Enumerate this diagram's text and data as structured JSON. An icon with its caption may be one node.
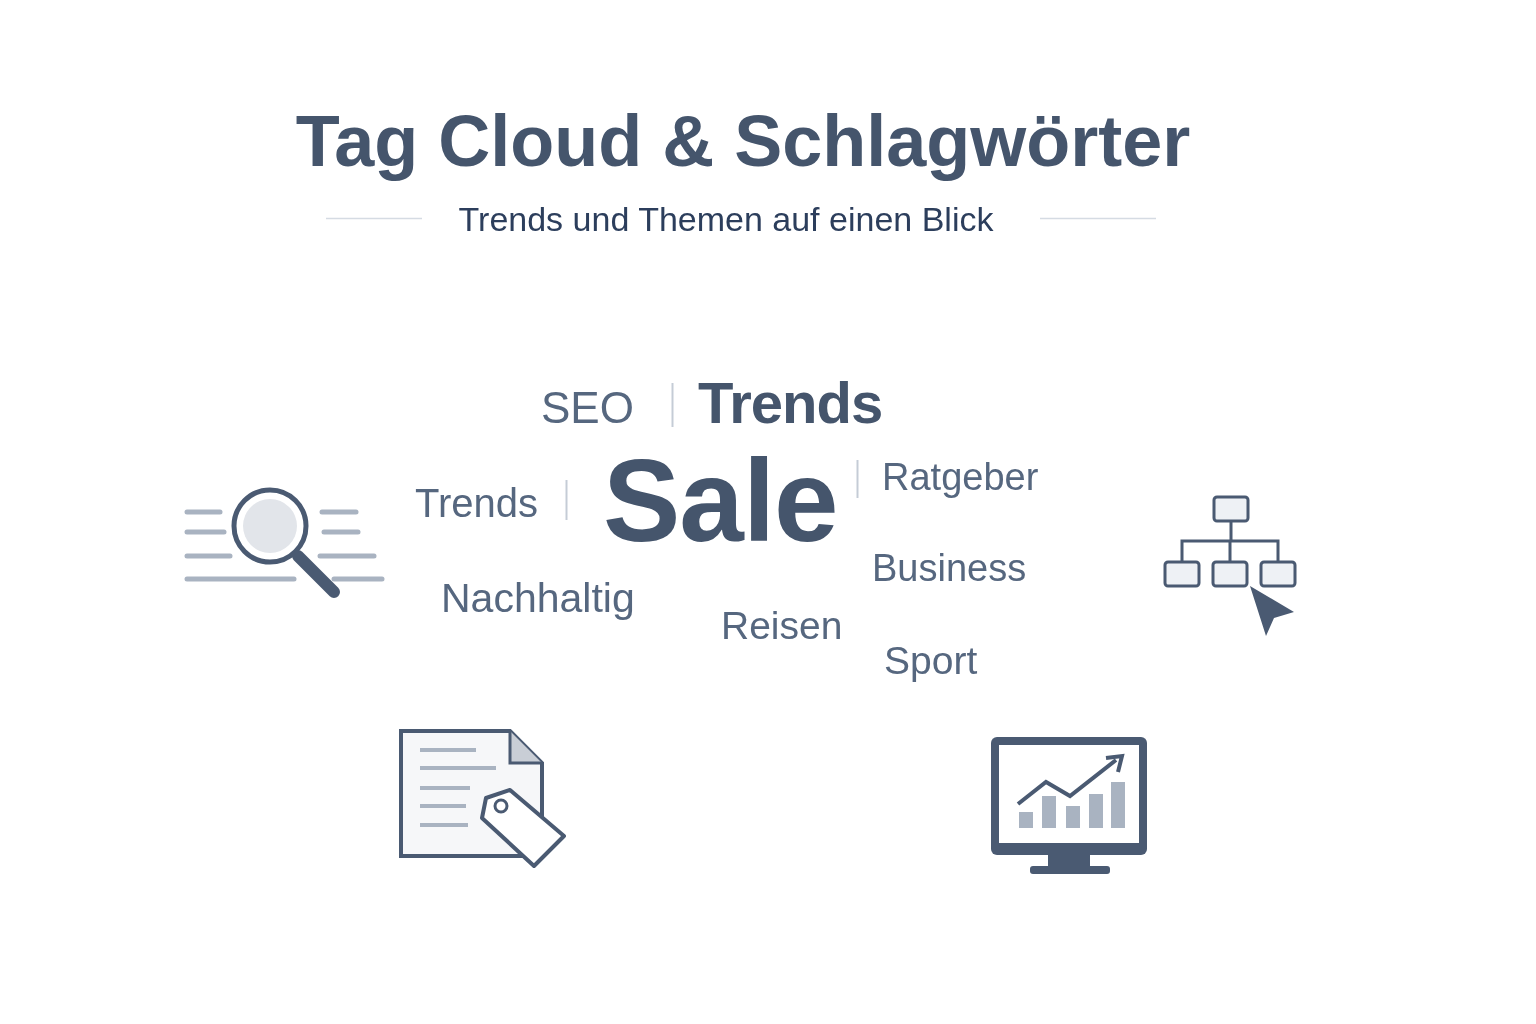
{
  "diagram": {
    "title": "Tag Cloud & Schlagwörter",
    "labels": [
      "Trends und Themen auf einen Blick",
      "SEO",
      "Trends",
      "Trends",
      "Sale",
      "Ratgeber",
      "Business",
      "Nachhaltig",
      "Reisen",
      "Sport"
    ]
  }
}
